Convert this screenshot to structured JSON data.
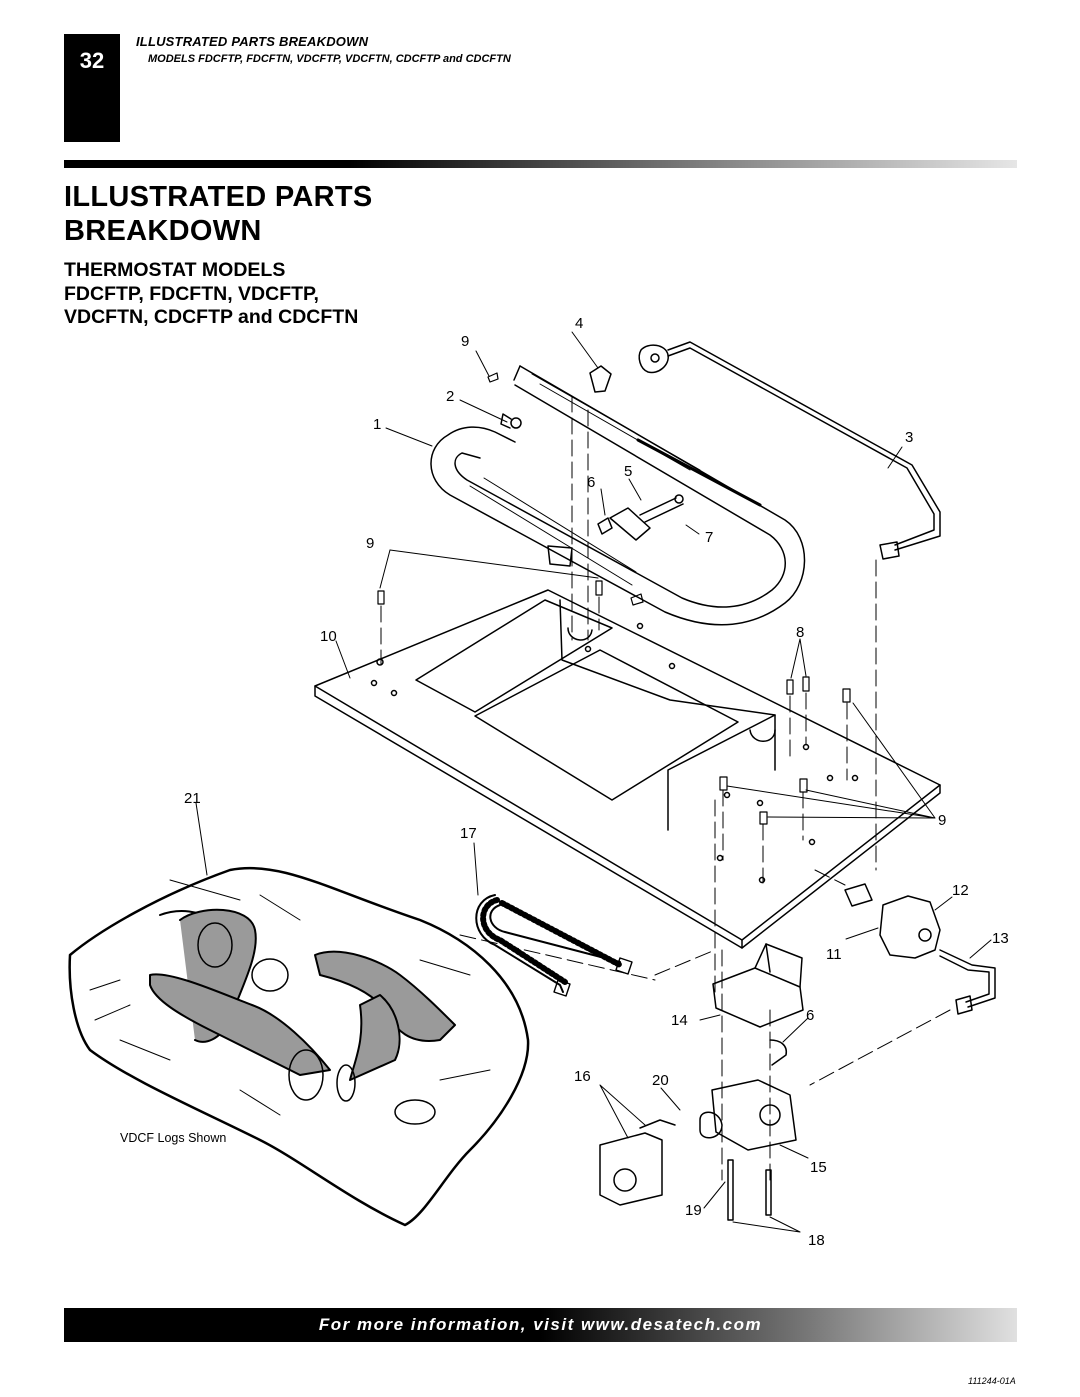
{
  "page": {
    "number": "32",
    "header_title": "ILLUSTRATED PARTS BREAKDOWN",
    "header_subtitle": "MODELS FDCFTP, FDCFTN, VDCFTP, VDCFTN, CDCFTP and CDCFTN",
    "title_line1": "ILLUSTRATED PARTS",
    "title_line2": "BREAKDOWN",
    "subtitle_line1": "THERMOSTAT MODELS",
    "subtitle_line2": "FDCFTP, FDCFTN, VDCFTP,",
    "subtitle_line3": "VDCFTN, CDCFTP and CDCFTN",
    "footer_text": "For more information, visit www.desatech.com",
    "doc_number": "111244-01A"
  },
  "diagram": {
    "caption": "VDCF Logs Shown",
    "callouts": [
      "4",
      "9",
      "2",
      "1",
      "3",
      "5",
      "6",
      "7",
      "9",
      "10",
      "8",
      "21",
      "17",
      "9",
      "12",
      "13",
      "11",
      "14",
      "6",
      "16",
      "20",
      "15",
      "19",
      "18"
    ]
  }
}
